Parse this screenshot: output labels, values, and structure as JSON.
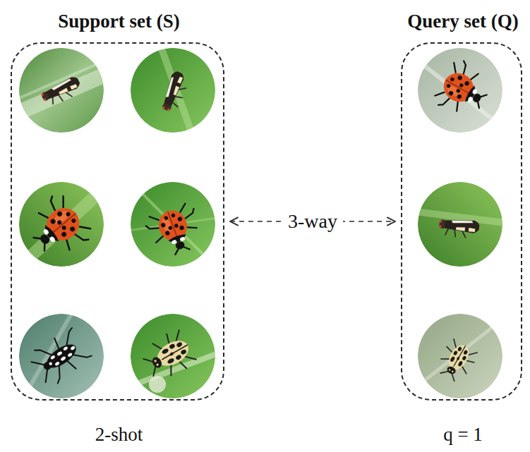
{
  "diagram": {
    "nodes": [
      {
        "text": [
          "Support set (S)",
          "2-shot"
        ]
      },
      {
        "text": [
          "Query set (Q)",
          "q = 1"
        ]
      }
    ],
    "edges": [
      {
        "from": 0,
        "to": 1,
        "label": "3-way",
        "arrow": "both"
      }
    ]
  }
}
